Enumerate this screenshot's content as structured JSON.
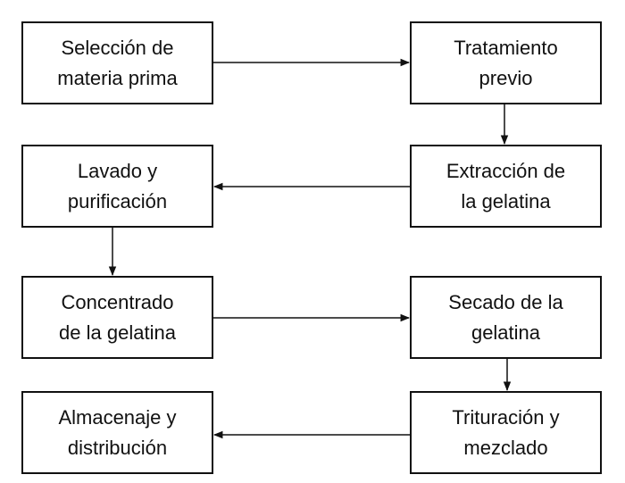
{
  "diagram": {
    "nodes": [
      {
        "id": "seleccion",
        "label": "Selección de\nmateria prima"
      },
      {
        "id": "tratamiento",
        "label": "Tratamiento\nprevio"
      },
      {
        "id": "extraccion",
        "label": "Extracción de\nla gelatina"
      },
      {
        "id": "lavado",
        "label": "Lavado y\npurificación"
      },
      {
        "id": "concentrado",
        "label": "Concentrado\nde la gelatina"
      },
      {
        "id": "secado",
        "label": "Secado de la\ngelatina"
      },
      {
        "id": "trituracion",
        "label": "Trituración y\nmezclado"
      },
      {
        "id": "almacenaje",
        "label": "Almacenaje y\ndistribución"
      }
    ],
    "edges": [
      {
        "from": "seleccion",
        "to": "tratamiento"
      },
      {
        "from": "tratamiento",
        "to": "extraccion"
      },
      {
        "from": "extraccion",
        "to": "lavado"
      },
      {
        "from": "lavado",
        "to": "concentrado"
      },
      {
        "from": "concentrado",
        "to": "secado"
      },
      {
        "from": "secado",
        "to": "trituracion"
      },
      {
        "from": "trituracion",
        "to": "almacenaje"
      }
    ],
    "colors": {
      "line": "#111111",
      "fill": "#ffffff",
      "text": "#111111"
    }
  }
}
